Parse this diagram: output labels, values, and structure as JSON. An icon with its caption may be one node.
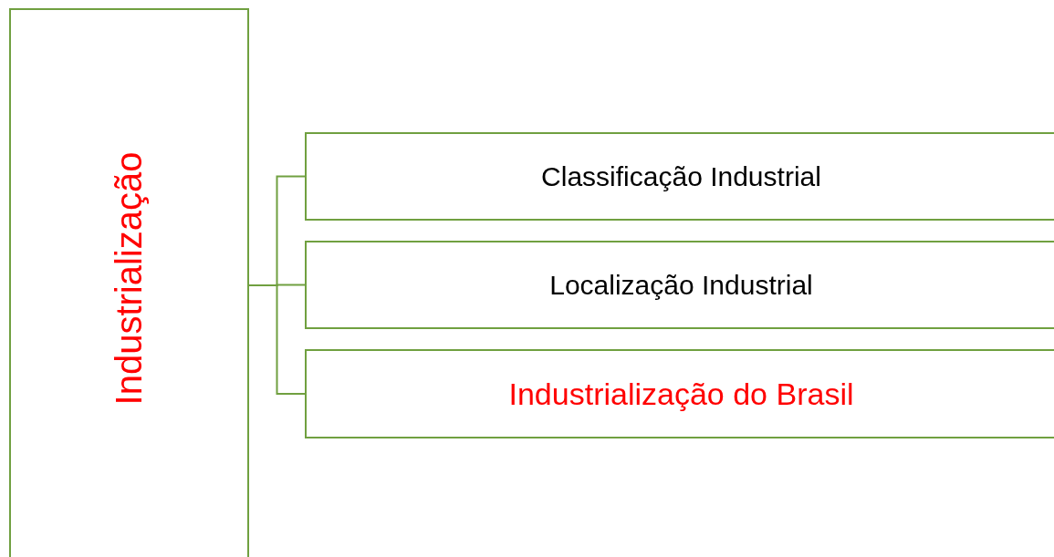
{
  "diagram": {
    "nodes": [
      {
        "text": [
          "Industrialização"
        ]
      },
      {
        "text": [
          "Classificação Industrial"
        ]
      },
      {
        "text": [
          "Localização Industrial"
        ]
      },
      {
        "text": [
          "Industrialização do Brasil"
        ]
      }
    ],
    "edges": [
      {
        "from": 0,
        "to": 1,
        "arrow": "none"
      },
      {
        "from": 0,
        "to": 2,
        "arrow": "none"
      },
      {
        "from": 0,
        "to": 3,
        "arrow": "none"
      }
    ]
  }
}
